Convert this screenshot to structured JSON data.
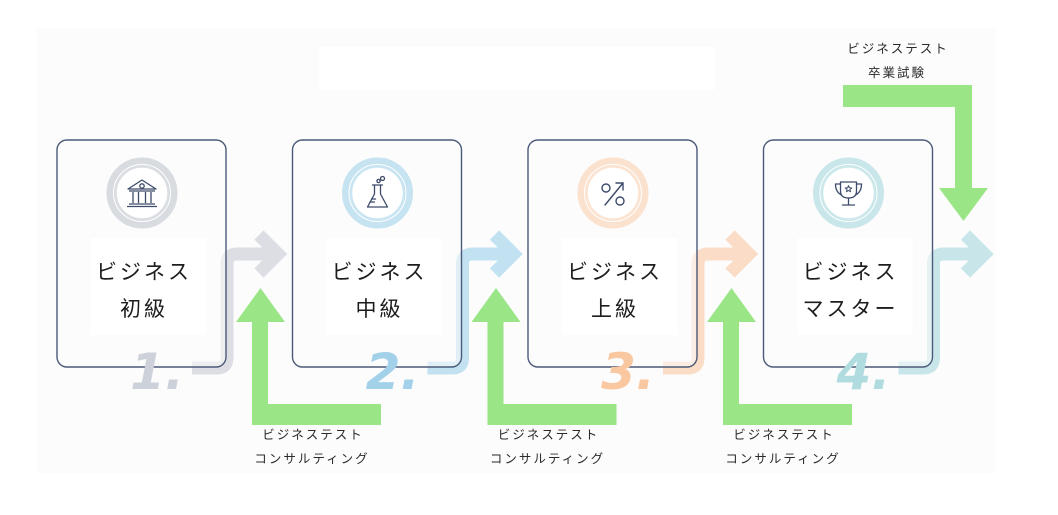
{
  "title": "",
  "colors": {
    "panel_bg": "#fcfcfc",
    "card_border": "#4b5a78",
    "icon_stroke": "#3d4b6b",
    "green_arrow": "#9ae585",
    "text": "#1d1d1d"
  },
  "steps": [
    {
      "number": "1.",
      "line1": "ビジネス",
      "line2": "初級",
      "icon": "bank-icon",
      "ring_color": "#d8dbe0",
      "number_color": "#cdd1d9",
      "connector_color": "#dcdee3"
    },
    {
      "number": "2.",
      "line1": "ビジネス",
      "line2": "中級",
      "icon": "flask-icon",
      "ring_color": "#c6e3f1",
      "number_color": "#a3d1ea",
      "connector_color": "#c2e2f2"
    },
    {
      "number": "3.",
      "line1": "ビジネス",
      "line2": "上級",
      "icon": "percent-growth-icon",
      "ring_color": "#fbe2cf",
      "number_color": "#f9c7a0",
      "connector_color": "#fbdcc6"
    },
    {
      "number": "4.",
      "line1": "ビジネス",
      "line2": "マスター",
      "icon": "trophy-icon",
      "ring_color": "#c9e7ea",
      "number_color": "#b0dcdf",
      "connector_color": "#c8e6ea"
    }
  ],
  "consulting_arrows": [
    {
      "line1": "ビジネステスト",
      "line2": "コンサルティング"
    },
    {
      "line1": "ビジネステスト",
      "line2": "コンサルティング"
    },
    {
      "line1": "ビジネステスト",
      "line2": "コンサルティング"
    }
  ],
  "final_exam": {
    "line1": "ビジネステスト",
    "line2": "卒業試験"
  }
}
